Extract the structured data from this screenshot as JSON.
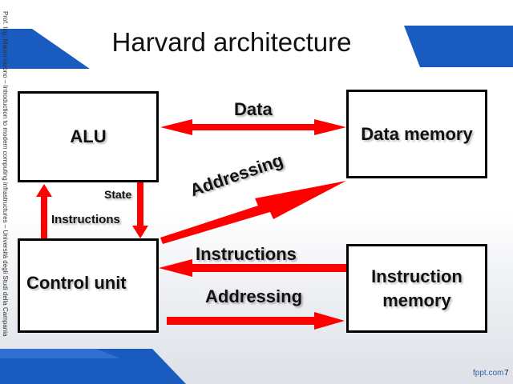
{
  "slide": {
    "title": "Harvard architecture",
    "side_note": "Prof. Ing. Mauro Iacono – Introduction to modern computing infrastructures – Università degli Studi della Campania",
    "footer_site": "fppt.com",
    "page_number": "7"
  },
  "boxes": {
    "alu": "ALU",
    "data_memory": "Data memory",
    "control_unit": "Control unit",
    "instruction_memory_line1": "Instruction",
    "instruction_memory_line2": "memory"
  },
  "labels": {
    "data": "Data",
    "addressing_diagonal": "Addressing",
    "state": "State",
    "instructions_left": "Instructions",
    "instructions_middle": "Instructions",
    "addressing_bottom": "Addressing"
  },
  "colors": {
    "arrow": "#ff0000",
    "accent_blue": "#1a5bbf"
  }
}
